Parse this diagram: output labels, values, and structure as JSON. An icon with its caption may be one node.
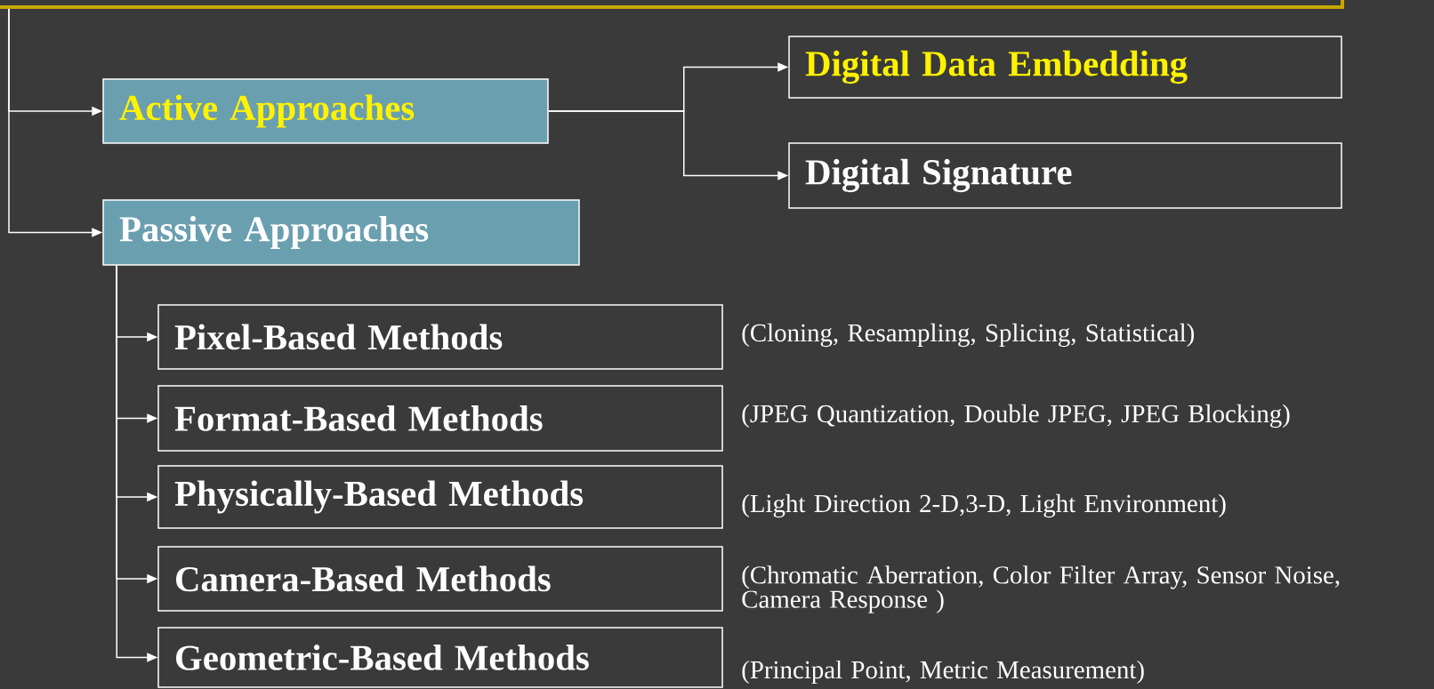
{
  "diagram": {
    "nodes": [
      {
        "text": [],
        "shape": "box"
      },
      {
        "text": [
          "Active Approaches"
        ]
      },
      {
        "text": [
          "Passive Approaches"
        ]
      },
      {
        "text": [
          "Digital Data Embedding"
        ]
      },
      {
        "text": [
          "Digital Signature"
        ]
      },
      {
        "text": [
          "Pixel-Based Methods"
        ],
        "beside": [
          "(Cloning, Resampling, Splicing, Statistical)"
        ]
      },
      {
        "text": [
          "Format-Based Methods"
        ],
        "beside": [
          "(JPEG Quantization, Double JPEG, JPEG Blocking)"
        ]
      },
      {
        "text": [
          "Physically-Based Methods"
        ],
        "beside": [
          "(Light Direction 2-D,3-D, Light Environment)"
        ]
      },
      {
        "text": [
          "Camera-Based Methods"
        ],
        "beside": [
          "(Chromatic Aberration, Color Filter Array, Sensor Noise, Camera Response )"
        ]
      },
      {
        "text": [
          "Geometric-Based Methods"
        ],
        "beside": [
          "(Principal Point, Metric Measurement)"
        ]
      }
    ],
    "edges": [
      {
        "from": 0,
        "to": 1,
        "arrow": "to"
      },
      {
        "from": 0,
        "to": 2,
        "arrow": "to"
      },
      {
        "from": 1,
        "to": 3,
        "arrow": "to"
      },
      {
        "from": 1,
        "to": 4,
        "arrow": "to"
      },
      {
        "from": 2,
        "to": 5,
        "arrow": "to"
      },
      {
        "from": 2,
        "to": 6,
        "arrow": "to"
      },
      {
        "from": 2,
        "to": 7,
        "arrow": "to"
      },
      {
        "from": 2,
        "to": 8,
        "arrow": "to"
      },
      {
        "from": 2,
        "to": 9,
        "arrow": "to"
      }
    ]
  }
}
